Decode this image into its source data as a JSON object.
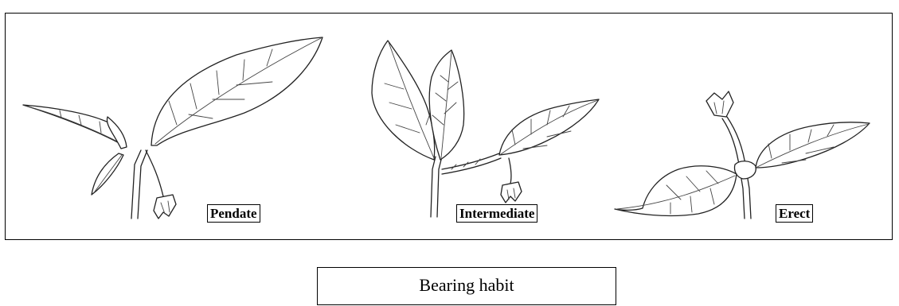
{
  "figure": {
    "labels": {
      "pendate": "Pendate",
      "intermediate": "Intermediate",
      "erect": "Erect"
    },
    "caption": "Bearing habit"
  }
}
